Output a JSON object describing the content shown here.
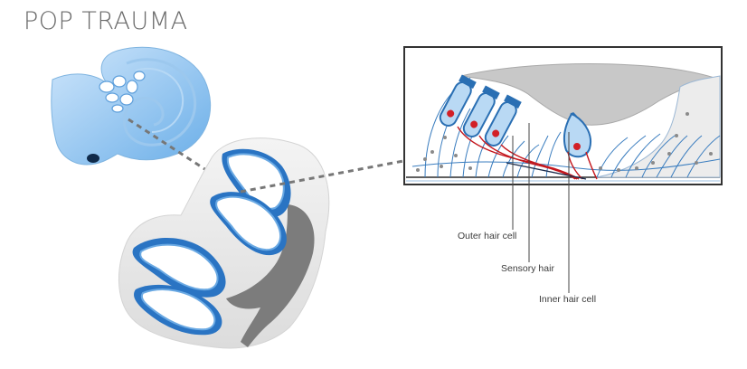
{
  "title": "POP TRAUMA",
  "labels": {
    "outer_hair_cell": "Outer hair cell",
    "sensory_hair": "Sensory hair",
    "inner_hair_cell": "Inner hair cell"
  },
  "colors": {
    "cochlea_blue": "#8ec4ef",
    "cochlea_dark": "#2c7bc8",
    "tectorial_gray": "#c9c9c9",
    "bone_gray": "#e9e9e9",
    "shadow_gray": "#7a7a7a",
    "nucleus_red": "#d21f26",
    "nerve_red": "#c4161c",
    "outline_blue": "#3a7dbf"
  }
}
